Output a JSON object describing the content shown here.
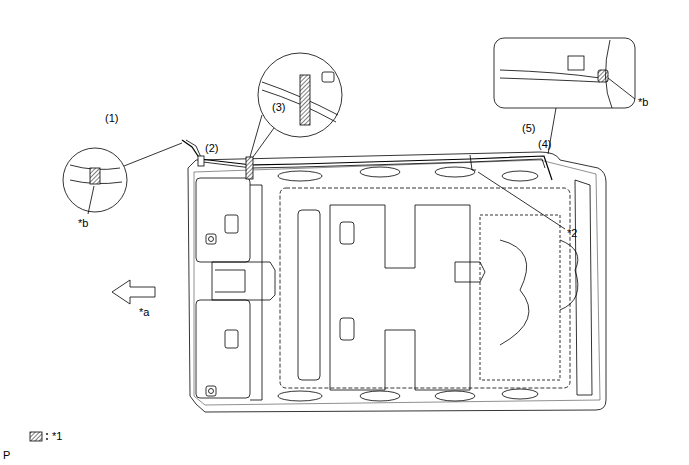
{
  "diagram": {
    "labels": [
      "*b",
      "(3)",
      "(2)",
      "(5)",
      "(4)",
      "(1)",
      "*2",
      "*b",
      "*a",
      "P"
    ],
    "legend": [
      {
        "text": "*1"
      }
    ]
  }
}
